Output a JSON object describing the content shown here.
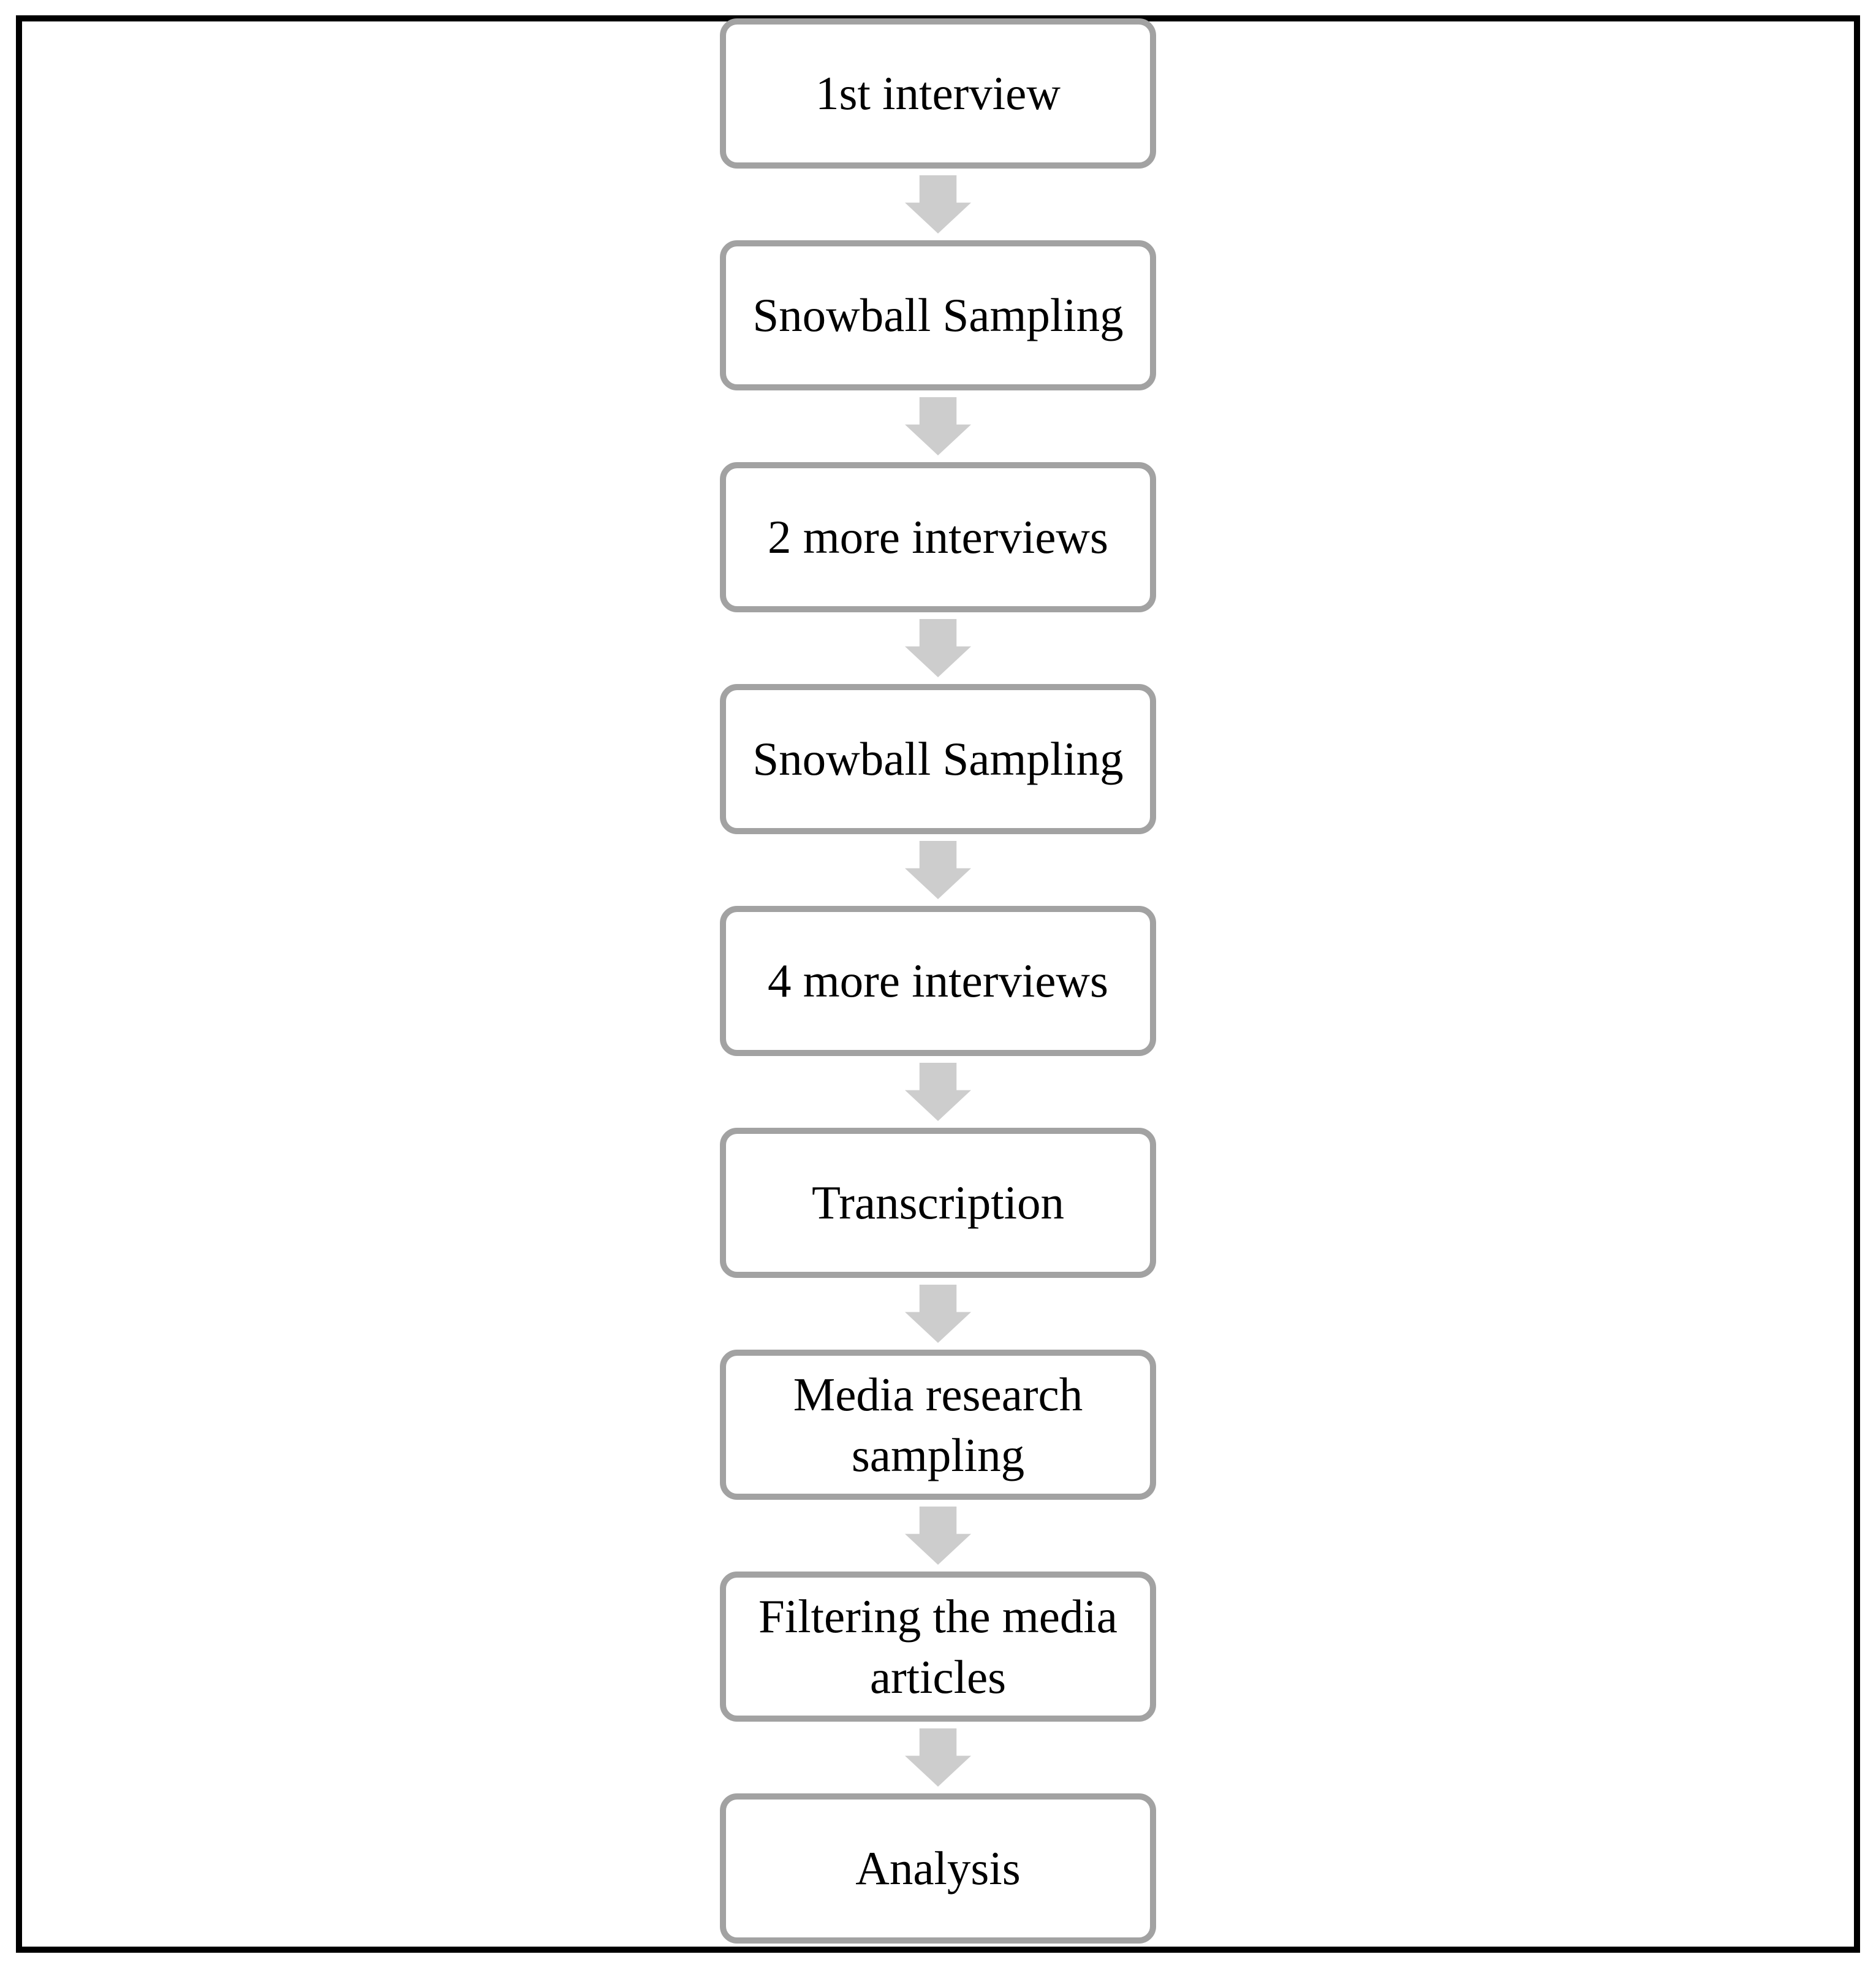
{
  "figure": {
    "type": "flowchart",
    "background_color": "#ffffff",
    "frame_border_color": "#000000",
    "node_border_color": "#a2a2a2",
    "node_fill_color": "#ffffff",
    "arrow_color": "#cdcdcd",
    "text_color": "#000000"
  },
  "flowchart": {
    "direction": "top-to-bottom",
    "connector": "block-arrow-down",
    "steps": [
      {
        "label": "1st interview"
      },
      {
        "label": "Snowball Sampling"
      },
      {
        "label": "2 more interviews"
      },
      {
        "label": "Snowball Sampling"
      },
      {
        "label": "4 more interviews"
      },
      {
        "label": "Transcription"
      },
      {
        "label": "Media research\nsampling"
      },
      {
        "label": "Filtering the media\narticles"
      },
      {
        "label": "Analysis"
      }
    ]
  }
}
